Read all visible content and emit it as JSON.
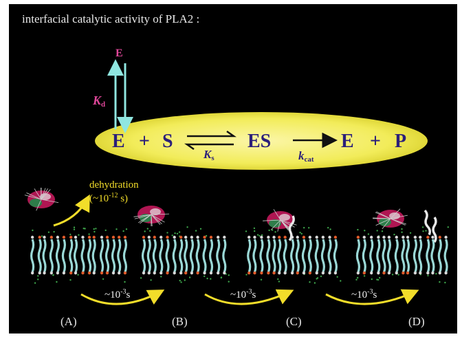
{
  "title": "interfacial catalytic activity of PLA2 :",
  "colors": {
    "background": "#000000",
    "ellipse": "#f2ec5a",
    "equation_text": "#2b1f7a",
    "kd_text": "#e0479a",
    "arrow_cyan": "#8fe6e0",
    "yellow_arrow": "#f2dd2a"
  },
  "top_arrow": {
    "E_label": "E",
    "constant": {
      "symbol": "K",
      "subscript": "d"
    }
  },
  "equation": {
    "E": "E",
    "plus1": "+",
    "S": "S",
    "ES": "ES",
    "E2": "E",
    "plus2": "+",
    "P": "P",
    "Ks": {
      "symbol": "K",
      "subscript": "s"
    },
    "kcat": {
      "symbol": "k",
      "subscript": "cat"
    }
  },
  "dehydration": {
    "line1": "dehydration",
    "prefix": "(~10",
    "exp": "-12",
    "suffix": " s)"
  },
  "transitions": [
    {
      "prefix": "~10",
      "exp": "-3",
      "suffix": "s"
    },
    {
      "prefix": "~10",
      "exp": "-3",
      "suffix": "s"
    },
    {
      "prefix": "~10",
      "exp": "-3",
      "suffix": "s"
    }
  ],
  "panels": [
    "(A)",
    "(B)",
    "(C)",
    "(D)"
  ]
}
